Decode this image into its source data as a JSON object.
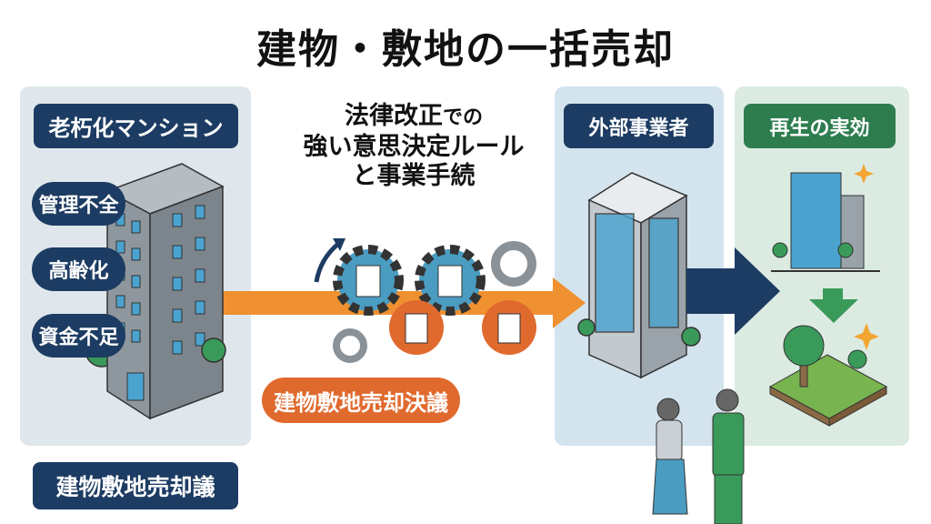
{
  "title": "建物・敷地の一括売却",
  "left_panel": {
    "label": "老朽化マンション",
    "issues": [
      "管理不全",
      "高齢化",
      "資金不足"
    ]
  },
  "middle": {
    "line1_bold": "法律改正",
    "line1_rest": "での",
    "line2": "強い意思決定ルール",
    "line3": "と事業手続",
    "resolution_label": "建物敷地売却決議"
  },
  "bottom_label": "建物敷地売却議",
  "developer_panel": {
    "label": "外部事業者"
  },
  "result_panel": {
    "label": "再生の実効"
  },
  "colors": {
    "navy": "#1d3c63",
    "orange": "#e06a2e",
    "arrow_orange": "#ef9130",
    "green": "#2e7d4f",
    "gear_blue": "#4a9cc0"
  }
}
